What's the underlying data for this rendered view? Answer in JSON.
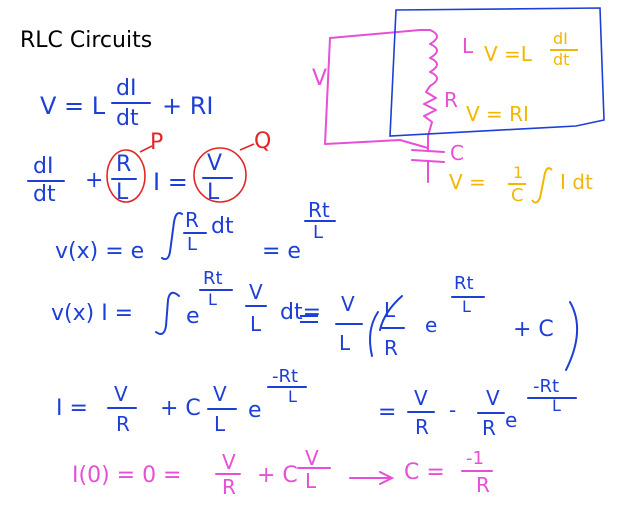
{
  "title": "RLC Circuits",
  "eq1": {
    "lhs": "V = L",
    "num": "dI",
    "den": "dt",
    "rest": "+ RI"
  },
  "eq2": {
    "num1": "dI",
    "den1": "dt",
    "plus": "+",
    "rnum": "R",
    "rden": "L",
    "i": "I =",
    "vnum": "V",
    "vden": "L",
    "p": "P",
    "q": "Q"
  },
  "eq3": {
    "lhs": "v(x) = e",
    "int_num": "R",
    "int_den": "L",
    "dt": "dt",
    "eq": "= e",
    "exp_num": "Rt",
    "exp_den": "L"
  },
  "eq4": {
    "lhs": "v(x) I =",
    "e": "e",
    "exp_num": "Rt",
    "exp_den": "L",
    "vnum": "V",
    "vden": "L",
    "dt": "dt=",
    "vnum2": "V",
    "vden2": "L",
    "lnum": "L",
    "rden": "R",
    "e2": "e",
    "exp2_num": "Rt",
    "exp2_den": "L",
    "c": "+ C"
  },
  "eq5": {
    "lhs": "I =",
    "vnum": "V",
    "rden": "R",
    "plus": "+ C",
    "vnum2": "V",
    "lden": "L",
    "e": "e",
    "exp_num": "-Rt",
    "exp_den": "L",
    "eq": "=",
    "v3": "V",
    "r3": "R",
    "minus": "-",
    "v4": "V",
    "r4": "R",
    "e2": "e",
    "exp2_num": "-Rt",
    "exp2_den": "L"
  },
  "eq6": {
    "lhs": "I(0) = 0 =",
    "vnum": "V",
    "rden": "R",
    "plus": "+ C",
    "vnum2": "V",
    "lden": "L",
    "c": "C =",
    "cnum": "-1",
    "cden": "R"
  },
  "circuit": {
    "source": "V",
    "l": "L",
    "r": "R",
    "c": "C",
    "vl": "V =L",
    "vl_num": "dI",
    "vl_den": "dt",
    "vr": "V = RI",
    "vc": "V =",
    "vc_num": "1",
    "vc_den": "C",
    "vc_rest": "I dt"
  },
  "colors": {
    "blue": "#1d3fd6",
    "red": "#e32626",
    "yellow": "#f2b705",
    "pink": "#e64fd6",
    "black": "#000000"
  }
}
